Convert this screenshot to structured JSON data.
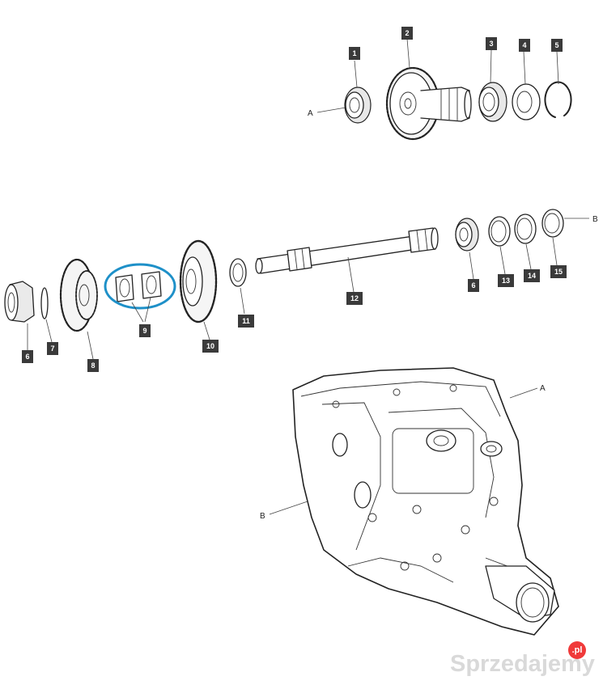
{
  "labels": [
    {
      "id": "c1",
      "text": "1",
      "highlight": true
    },
    {
      "id": "c2",
      "text": "2",
      "highlight": false
    },
    {
      "id": "c3",
      "text": "3",
      "highlight": true
    },
    {
      "id": "c4",
      "text": "4",
      "highlight": false
    },
    {
      "id": "c5",
      "text": "5",
      "highlight": false
    },
    {
      "id": "c6a",
      "text": "6",
      "highlight": false
    },
    {
      "id": "c6b",
      "text": "6",
      "highlight": false
    },
    {
      "id": "c7",
      "text": "7",
      "highlight": false
    },
    {
      "id": "c8",
      "text": "8",
      "highlight": false
    },
    {
      "id": "c9",
      "text": "9",
      "highlight": false
    },
    {
      "id": "c10",
      "text": "10",
      "highlight": false
    },
    {
      "id": "c11",
      "text": "11",
      "highlight": false
    },
    {
      "id": "c12",
      "text": "12",
      "highlight": false
    },
    {
      "id": "c13",
      "text": "13",
      "highlight": false
    },
    {
      "id": "c14",
      "text": "14",
      "highlight": true
    },
    {
      "id": "c15",
      "text": "15",
      "highlight": true
    }
  ],
  "refs": {
    "a_top": "A",
    "b_mid": "B",
    "a_housing": "A",
    "b_housing": "B"
  },
  "colors": {
    "highlight": "#4fc6db",
    "label": "#3a3a3a",
    "ring": "#1e90c8",
    "watermark_dot": "#f03a3a"
  },
  "watermark": {
    "brand": "Sprzedajemy",
    "tld": ".pl"
  }
}
